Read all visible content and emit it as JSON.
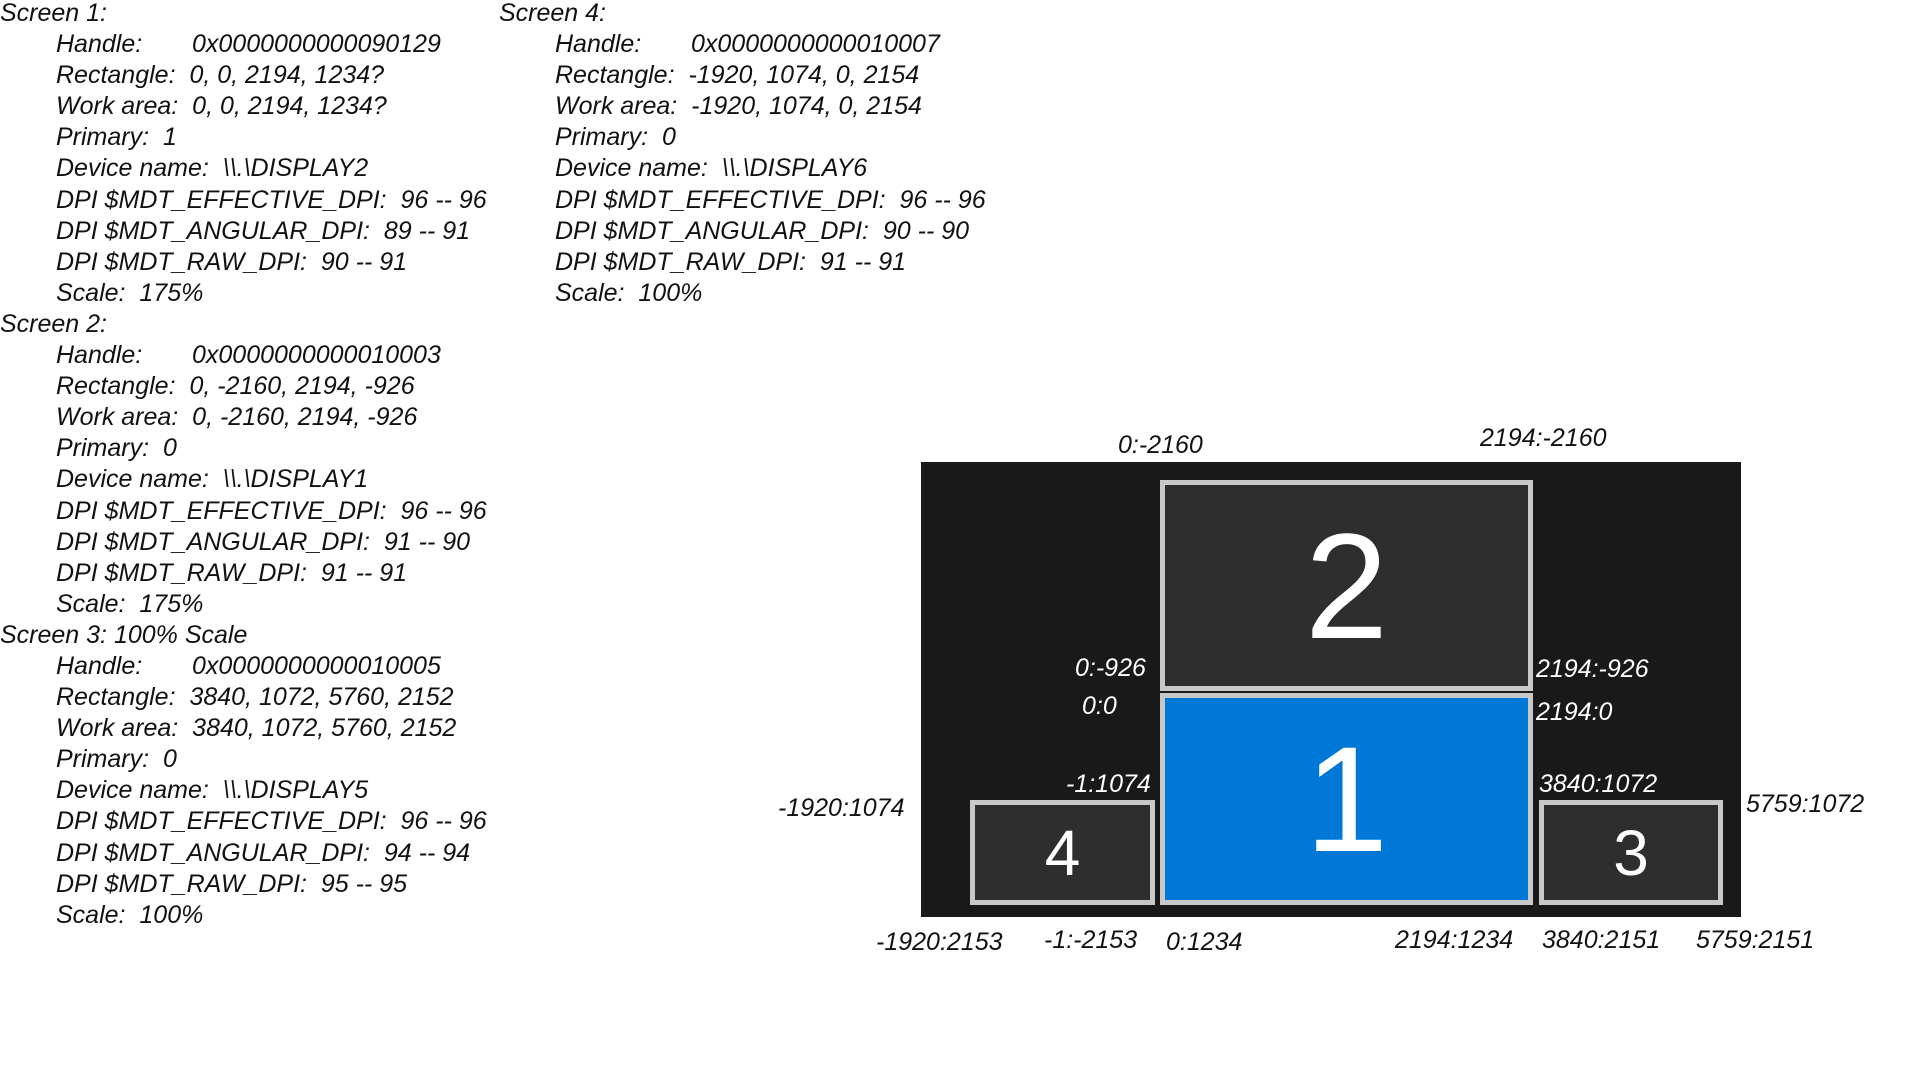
{
  "screens_left": [
    {
      "title": "Screen 1:",
      "fields": [
        {
          "k": "Handle:",
          "v": "0x0000000000090129"
        },
        {
          "k": "Rectangle:",
          "v": "0, 0, 2194, 1234?"
        },
        {
          "k": "Work area:",
          "v": "0, 0, 2194, 1234?"
        },
        {
          "k": "Primary:",
          "v": "1"
        },
        {
          "k": "Device name:",
          "v": "\\\\.\\DISPLAY2"
        },
        {
          "k": "DPI $MDT_EFFECTIVE_DPI:",
          "v": "96 -- 96"
        },
        {
          "k": "DPI $MDT_ANGULAR_DPI:",
          "v": "89 -- 91"
        },
        {
          "k": "DPI $MDT_RAW_DPI:",
          "v": "90 -- 91"
        },
        {
          "k": "Scale:",
          "v": "175%"
        }
      ]
    },
    {
      "title": "Screen 2:",
      "fields": [
        {
          "k": "Handle:",
          "v": "0x0000000000010003"
        },
        {
          "k": "Rectangle:",
          "v": "0, -2160, 2194, -926"
        },
        {
          "k": "Work area:",
          "v": "0, -2160, 2194, -926"
        },
        {
          "k": "Primary:",
          "v": "0"
        },
        {
          "k": "Device name:",
          "v": "\\\\.\\DISPLAY1"
        },
        {
          "k": "DPI $MDT_EFFECTIVE_DPI:",
          "v": "96 -- 96"
        },
        {
          "k": "DPI $MDT_ANGULAR_DPI:",
          "v": "91 -- 90"
        },
        {
          "k": "DPI $MDT_RAW_DPI:",
          "v": "91 -- 91"
        },
        {
          "k": "Scale:",
          "v": "175%"
        }
      ]
    },
    {
      "title": "Screen 3: 100% Scale",
      "fields": [
        {
          "k": "Handle:",
          "v": "0x0000000000010005"
        },
        {
          "k": "Rectangle:",
          "v": "3840, 1072, 5760, 2152"
        },
        {
          "k": "Work area:",
          "v": "3840, 1072, 5760, 2152"
        },
        {
          "k": "Primary:",
          "v": "0"
        },
        {
          "k": "Device name:",
          "v": "\\\\.\\DISPLAY5"
        },
        {
          "k": "DPI $MDT_EFFECTIVE_DPI:",
          "v": "96 -- 96"
        },
        {
          "k": "DPI $MDT_ANGULAR_DPI:",
          "v": "94 -- 94"
        },
        {
          "k": "DPI $MDT_RAW_DPI:",
          "v": "95 -- 95"
        },
        {
          "k": "Scale:",
          "v": "100%"
        }
      ]
    }
  ],
  "screens_right": [
    {
      "title": "Screen 4:",
      "fields": [
        {
          "k": "Handle:",
          "v": "0x0000000000010007"
        },
        {
          "k": "Rectangle:",
          "v": "-1920, 1074, 0, 2154"
        },
        {
          "k": "Work area:",
          "v": "-1920, 1074, 0, 2154"
        },
        {
          "k": "Primary:",
          "v": "0"
        },
        {
          "k": "Device name:",
          "v": "\\\\.\\DISPLAY6"
        },
        {
          "k": "DPI $MDT_EFFECTIVE_DPI:",
          "v": "96 -- 96"
        },
        {
          "k": "DPI $MDT_ANGULAR_DPI:",
          "v": "90 -- 90"
        },
        {
          "k": "DPI $MDT_RAW_DPI:",
          "v": "91 -- 91"
        },
        {
          "k": "Scale:",
          "v": "100%"
        }
      ]
    }
  ],
  "monitors": {
    "m1": "1",
    "m2": "2",
    "m3": "3",
    "m4": "4"
  },
  "labels": {
    "top_left_2": "0:-2160",
    "top_right_2": "2194:-2160",
    "bottom_left_2": "0:-926",
    "bottom_right_2": "2194:-926",
    "top_left_1": "0:0",
    "top_right_1": "2194:0",
    "top_right_4": "-1:1074",
    "top_left_3": "3840:1072",
    "top_left_4": "-1920:1074",
    "top_right_3": "5759:1072",
    "bottom_left_4": "-1920:2153",
    "bottom_right_4": "-1:-2153",
    "bottom_left_1": "0:1234",
    "bottom_right_1": "2194:1234",
    "bottom_left_3": "3840:2151",
    "bottom_right_3": "5759:2151"
  },
  "colors": {
    "primary_monitor": "#0078d7",
    "monitor": "#2e2e2e",
    "canvas": "#191919"
  }
}
